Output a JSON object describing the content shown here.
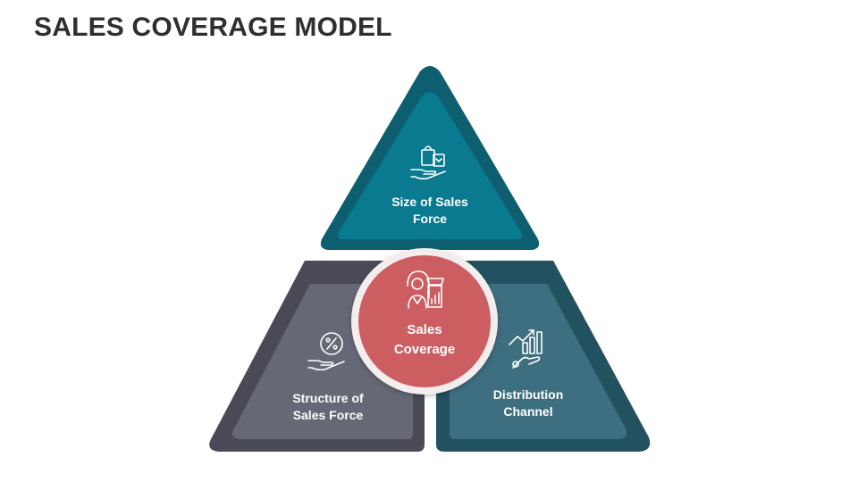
{
  "title": "SALES COVERAGE MODEL",
  "center": {
    "line1": "Sales",
    "line2": "Coverage",
    "icon": "saleswoman-store-icon"
  },
  "segments": [
    {
      "line1": "Size of Sales",
      "line2": "Force",
      "icon": "hand-shopping-bags-icon"
    },
    {
      "line1": "Structure of",
      "line2": "Sales Force",
      "icon": "hand-percent-icon"
    },
    {
      "line1": "Distribution",
      "line2": "Channel",
      "icon": "hand-growth-chart-icon"
    }
  ],
  "colors": {
    "top_outer": "#0d5f70",
    "top_inner": "#0a7a91",
    "left_outer": "#494a56",
    "left_inner": "#666876",
    "right_outer": "#22515f",
    "right_inner": "#3d6f80",
    "center_ring": "#f4eded",
    "center_fill": "#cc5e62"
  }
}
